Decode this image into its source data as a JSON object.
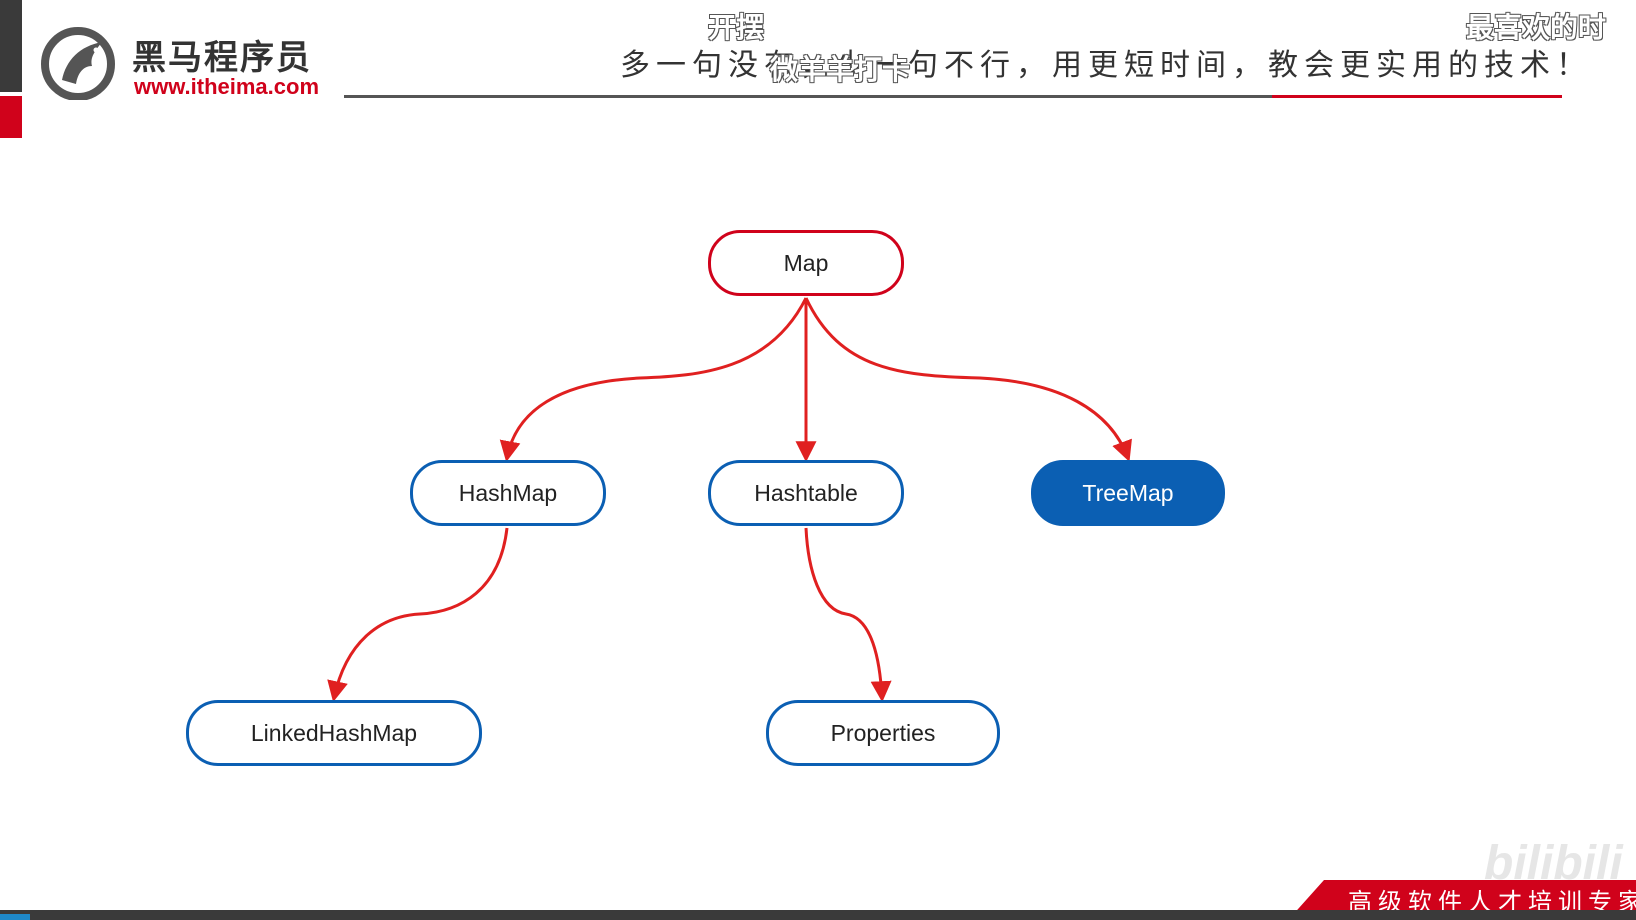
{
  "header": {
    "logo_cn": "黑马程序员",
    "logo_url": "www.itheima.com",
    "slogan": "多一句没有，少一句不行，用更短时间，教会更实用的技术！"
  },
  "danmaku": [
    "开摆",
    "最喜欢的时",
    "微羊羊打卡"
  ],
  "diagram": {
    "root": "Map",
    "children": [
      "HashMap",
      "Hashtable",
      "TreeMap"
    ],
    "grandchildren": [
      "LinkedHashMap",
      "Properties"
    ]
  },
  "footer": {
    "banner_text": "高级软件人才培训专家",
    "watermark": "bilibili"
  },
  "colors": {
    "brand_red": "#d0021b",
    "node_blue": "#0b5fb3",
    "edge_red": "#e02020"
  }
}
